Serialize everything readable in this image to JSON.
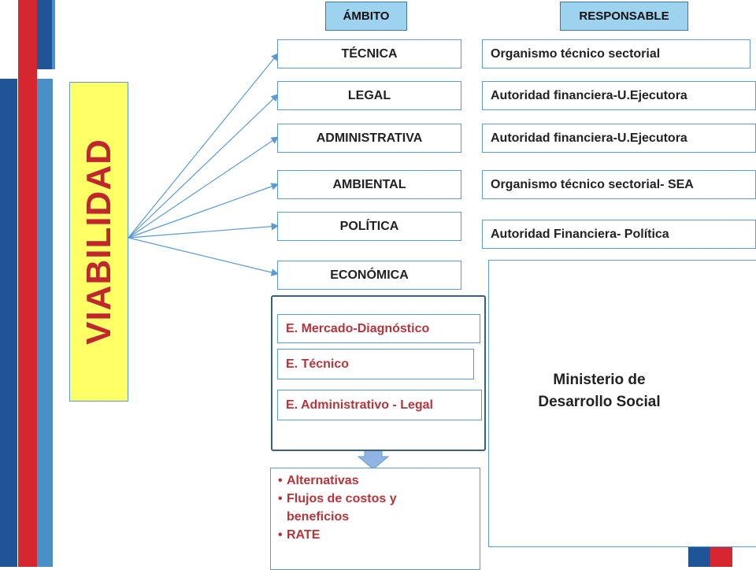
{
  "headers": {
    "ambito": "ÁMBITO",
    "responsable": "RESPONSABLE"
  },
  "main_label": "VIABILIDAD",
  "ambitos": [
    "TÉCNICA",
    "LEGAL",
    "ADMINISTRATIVA",
    "AMBIENTAL",
    "POLÍTICA",
    "ECONÓMICA"
  ],
  "responsables": [
    "Organismo técnico sectorial",
    "Autoridad financiera-U.Ejecutora",
    "Autoridad financiera-U.Ejecutora",
    "Organismo técnico sectorial- SEA",
    "Autoridad Financiera- Política"
  ],
  "estudios": [
    "E. Mercado-Diagnóstico",
    "E. Técnico",
    "E. Administrativo - Legal"
  ],
  "ministry": {
    "line1": "Ministerio de",
    "line2": "Desarrollo Social"
  },
  "results": [
    "Alternativas",
    "Flujos de costos y",
    "beneficios",
    "RATE"
  ],
  "colors": {
    "accent_red": "#c0262d",
    "text_red": "#b5353b",
    "header_fill": "#9dd3ef",
    "viabilidad_fill": "#ffff66",
    "border_blue": "#5b9bd5",
    "dark_blue": "#1f4e8c"
  }
}
